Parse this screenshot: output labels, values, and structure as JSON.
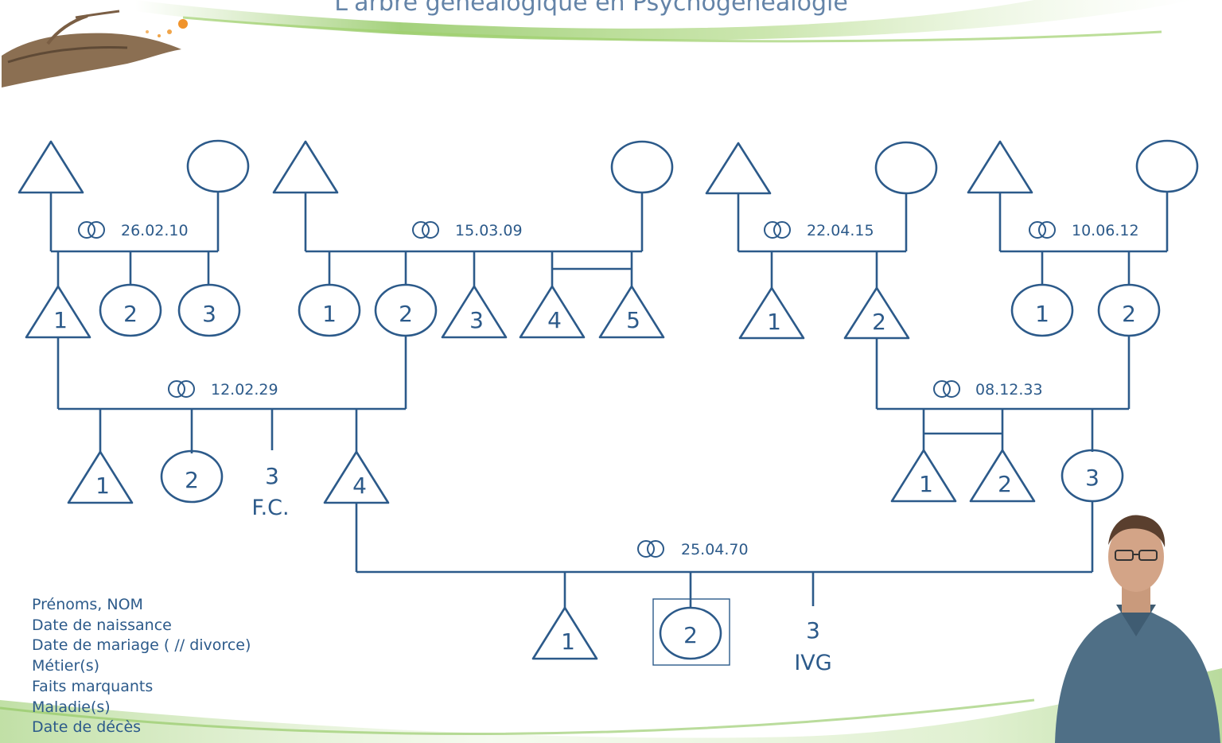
{
  "slide": {
    "title": "L'arbre généalogique en Psychogénéalogie"
  },
  "legend": {
    "items": [
      "Prénoms, NOM",
      "Date de naissance",
      "Date de mariage ( // divorce)",
      "Métier(s)",
      "Faits marquants",
      "Maladie(s)",
      "Date de décès"
    ]
  },
  "diagram": {
    "ring_icon": "wedding-rings-icon",
    "marriages": {
      "ancestors_1": "26.02.10",
      "ancestors_2": "15.03.09",
      "ancestors_3": "22.04.15",
      "ancestors_4": "10.06.12",
      "grandparents_left": "12.02.29",
      "grandparents_right": "08.12.33",
      "parents": "25.04.70"
    },
    "gen2_a": [
      "1",
      "2",
      "3"
    ],
    "gen2_b": [
      "1",
      "2",
      "3",
      "4",
      "5"
    ],
    "gen2_c": [
      "1",
      "2"
    ],
    "gen2_d": [
      "1",
      "2"
    ],
    "gen3_left": [
      "1",
      "2",
      "3",
      "4"
    ],
    "gen3_left_note": "F.C.",
    "gen3_right": [
      "1",
      "2",
      "3"
    ],
    "gen4": [
      "1",
      "2",
      "3"
    ],
    "gen4_note": "IVG"
  },
  "colors": {
    "stroke": "#2c5a8a",
    "text": "#2c5a8a",
    "green_accent": "#7dbb4a"
  }
}
